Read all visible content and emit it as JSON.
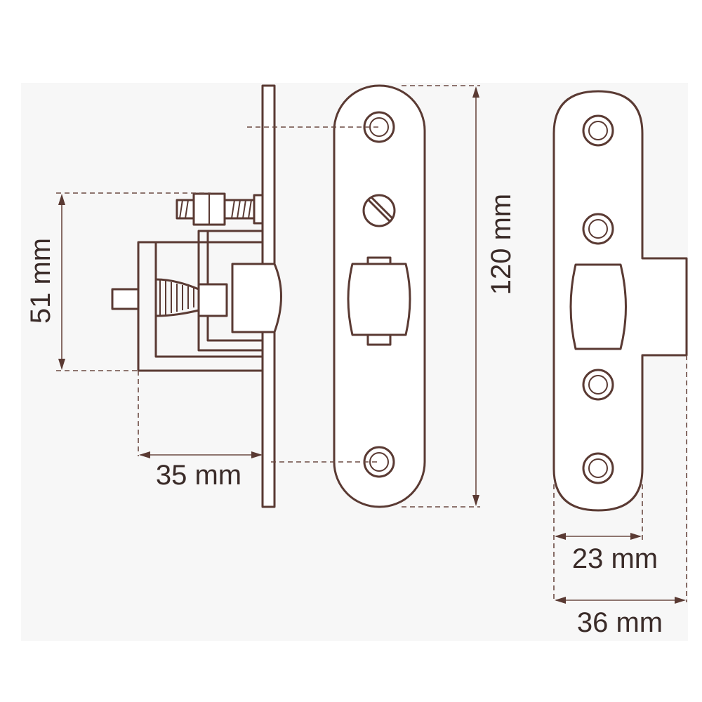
{
  "dimensions": {
    "height_label": "51 mm",
    "depth_label": "35 mm",
    "length_label": "120 mm",
    "plate_width_label": "23 mm",
    "total_width_label": "36 mm"
  },
  "colors": {
    "line": "#5a3a33",
    "text": "#3a2b28",
    "background": "#f7f7f7"
  }
}
